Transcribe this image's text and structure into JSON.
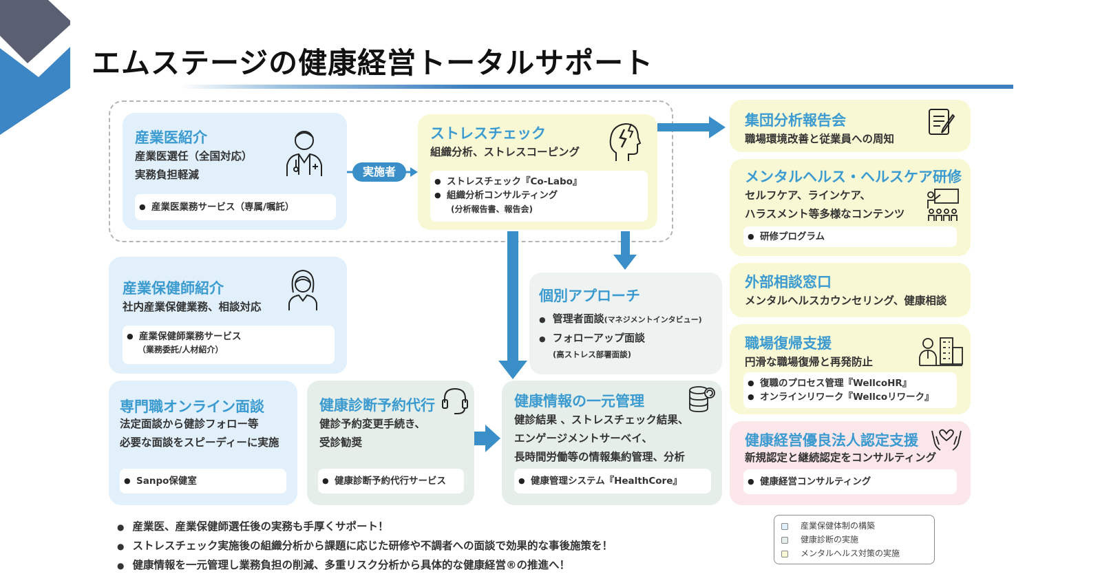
{
  "title": "エムステージの健康経営トータルサポート",
  "colors": {
    "blue_card": "#e1f0fb",
    "yellow_card": "#f8f8d5",
    "green_card": "#e5eee8",
    "gray_card": "#eef2f0",
    "pink_card": "#fbe6ea",
    "accent": "#3a8fc9",
    "title_color": "#3b9bd0"
  },
  "connector_label": "実施者",
  "cards": {
    "occupational_doctor": {
      "title": "産業医紹介",
      "lines": [
        "産業医選任（全国対応）",
        "実務負担軽減"
      ],
      "items": [
        "産業医業務サービス（専属/嘱託）"
      ],
      "icon": "doctor-icon"
    },
    "stress_check": {
      "title": "ストレスチェック",
      "lines": [
        "組織分析、ストレスコーピング"
      ],
      "items": [
        "ストレスチェック『Co-Labo』",
        "組織分析コンサルティング"
      ],
      "note": "(分析報告書、報告会)",
      "icon": "stress-head-icon"
    },
    "group_report": {
      "title": "集団分析報告会",
      "lines": [
        "職場環境改善と従業員への周知"
      ],
      "icon": "report-icon"
    },
    "mental_training": {
      "title": "メンタルヘルス・ヘルスケア研修",
      "lines": [
        "セルフケア、ラインケア、",
        "ハラスメント等多様なコンテンツ"
      ],
      "items": [
        "研修プログラム"
      ],
      "icon": "seminar-icon"
    },
    "nurse": {
      "title": "産業保健師紹介",
      "lines": [
        "社内産業保健業務、相談対応"
      ],
      "items": [
        "産業保健師業務サービス"
      ],
      "note": "（業務委託/人材紹介）",
      "icon": "nurse-icon"
    },
    "individual": {
      "title": "個別アプローチ",
      "items": [
        "管理者面談",
        "フォローアップ面談"
      ],
      "item1_note": "(マネジメントインタビュー)",
      "item2_note": "(高ストレス部署面談)"
    },
    "external_consult": {
      "title": "外部相談窓口",
      "lines": [
        "メンタルヘルスカウンセリング、健康相談"
      ]
    },
    "return_work": {
      "title": "職場復帰支援",
      "lines": [
        "円滑な職場復帰と再発防止"
      ],
      "items": [
        "復職のプロセス管理『WellcoHR』",
        "オンラインリワーク『Wellcoリワーク』"
      ],
      "icon": "return-work-icon"
    },
    "online_interview": {
      "title": "専門職オンライン面談",
      "lines": [
        "法定面談から健診フォロー等",
        "必要な面談をスピーディーに実施"
      ],
      "items": [
        "Sanpo保健室"
      ]
    },
    "checkup_booking": {
      "title": "健康診断予約代行",
      "lines": [
        "健診予約変更手続き、",
        "受診勧奨"
      ],
      "items": [
        "健康診断予約代行サービス"
      ],
      "icon": "headset-icon"
    },
    "health_info": {
      "title": "健康情報の一元管理",
      "lines": [
        "健診結果 、ストレスチェック結果、",
        "エンゲージメントサーベイ、",
        "長時間労働等の情報集約管理、分析"
      ],
      "items": [
        "健康管理システム『HealthCore』"
      ],
      "icon": "database-icon"
    },
    "certification": {
      "title": "健康経営優良法人認定支援",
      "lines": [
        "新規認定と継続認定をコンサルティング"
      ],
      "items": [
        "健康経営コンサルティング"
      ],
      "icon": "heart-hands-icon"
    }
  },
  "bottom_points": [
    "産業医、産業保健師選任後の実務も手厚くサポート！",
    "ストレスチェック実施後の組織分析から課題に応じた研修や不調者への面談で効果的な事後施策を！",
    "健康情報を一元管理し業務負担の削減、多重リスク分析から具体的な健康経営®の推進へ！"
  ],
  "legend": [
    {
      "label": "産業保健体制の構築",
      "color": "#e1f0fb"
    },
    {
      "label": "健康診断の実施",
      "color": "#e5eee8"
    },
    {
      "label": "メンタルヘルス対策の実施",
      "color": "#f8f8d5"
    }
  ]
}
